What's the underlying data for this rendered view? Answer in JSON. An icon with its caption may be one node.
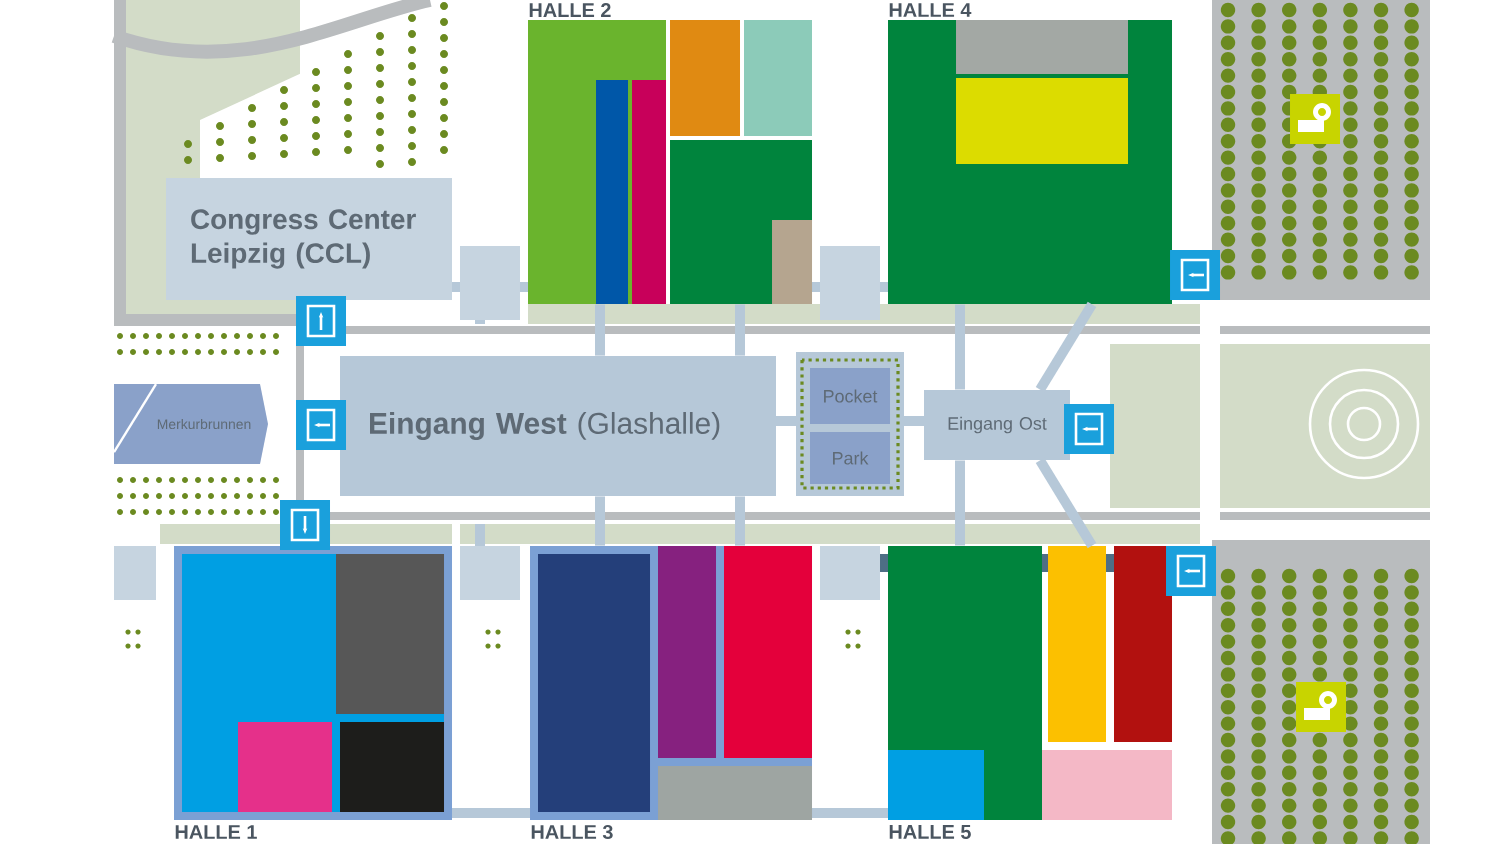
{
  "diagram": {
    "nodes": [
      {
        "text": [
          "HALLE 2"
        ]
      },
      {
        "text": [
          "HALLE 4"
        ]
      },
      {
        "text": [
          "Congress Center Leipzig (CCL)"
        ]
      },
      {
        "text": [
          "**Eingang West** (Glashalle)"
        ]
      },
      {
        "text": [
          "Pocket"
        ]
      },
      {
        "text": [
          "Park"
        ]
      },
      {
        "text": [
          "Merkurbrunnen"
        ]
      },
      {
        "text": [
          "Eingang Ost"
        ]
      },
      {
        "text": [
          "HALLE 1"
        ]
      },
      {
        "text": [
          "HALLE 3"
        ]
      },
      {
        "text": [
          "HALLE 5"
        ]
      }
    ],
    "edges": [
      {
        "from": 3,
        "to": 0,
        "arrow": "none"
      },
      {
        "from": 3,
        "to": 0,
        "arrow": "none"
      },
      {
        "from": 3,
        "to": 9,
        "arrow": "none"
      },
      {
        "from": 3,
        "to": 9,
        "arrow": "none"
      },
      {
        "from": 7,
        "to": 1,
        "arrow": "none"
      },
      {
        "from": 7,
        "to": 1,
        "arrow": "none"
      },
      {
        "from": 7,
        "to": 10,
        "arrow": "none"
      },
      {
        "from": 7,
        "to": 10,
        "arrow": "none"
      }
    ]
  }
}
